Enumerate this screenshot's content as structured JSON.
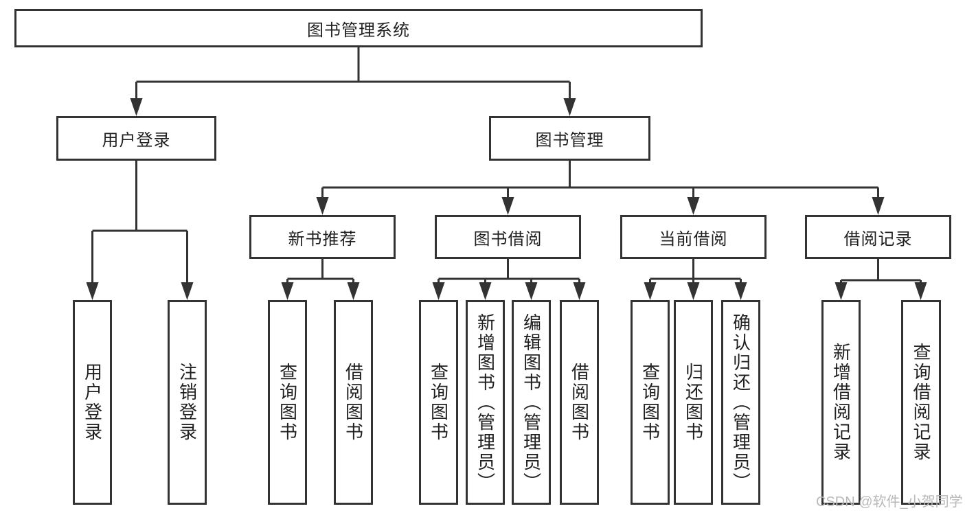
{
  "diagram": {
    "root": {
      "label": "图书管理系统"
    },
    "level2": {
      "user_login": {
        "label": "用户登录"
      },
      "book_management": {
        "label": "图书管理"
      }
    },
    "level3": {
      "new_book_recommendation": {
        "label": "新书推荐"
      },
      "book_borrowing": {
        "label": "图书借阅"
      },
      "current_borrowing": {
        "label": "当前借阅"
      },
      "borrowing_records": {
        "label": "借阅记录"
      }
    },
    "leaves": {
      "g1": [
        "用户登录",
        "注销登录"
      ],
      "g2": [
        "查询图书",
        "借阅图书"
      ],
      "g3": [
        "查询图书",
        "新增图书（管理员）",
        "编辑图书（管理员）",
        "借阅图书"
      ],
      "g4": [
        "查询图书",
        "归还图书",
        "确认归还（管理员）"
      ],
      "g5": [
        "新增借阅记录",
        "查询借阅记录"
      ]
    }
  },
  "watermark": "CSDN @软件_小贺同学",
  "colors": {
    "line": "#333333",
    "text": "#1f1f1f",
    "watermark": "#b9b9b9",
    "background": "#ffffff"
  }
}
